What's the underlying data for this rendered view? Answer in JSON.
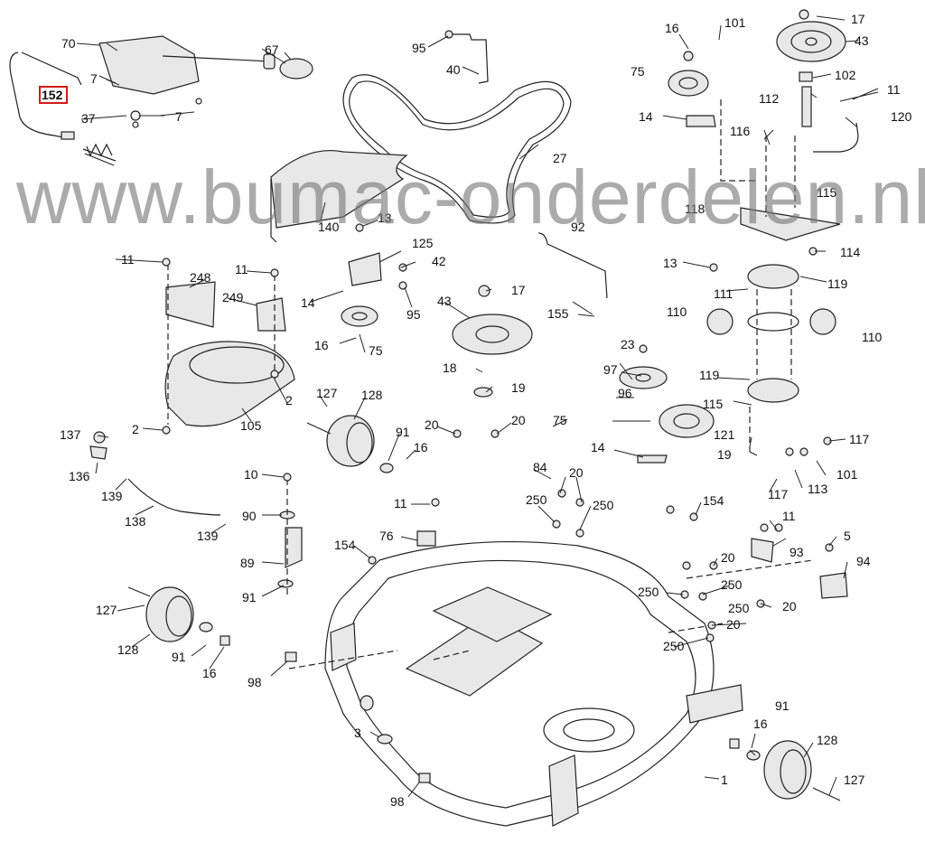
{
  "watermark": "www.bumac-onderdelen.nl",
  "highlight": {
    "part": "152",
    "color": "#d11a1a"
  },
  "parts": [
    {
      "id": "p70",
      "text": "70"
    },
    {
      "id": "p67",
      "text": "67"
    },
    {
      "id": "p7a",
      "text": "7"
    },
    {
      "id": "p7b",
      "text": "7"
    },
    {
      "id": "p152",
      "text": "152"
    },
    {
      "id": "p37",
      "text": "37"
    },
    {
      "id": "p95a",
      "text": "95"
    },
    {
      "id": "p40",
      "text": "40"
    },
    {
      "id": "p27",
      "text": "27"
    },
    {
      "id": "p16a",
      "text": "16"
    },
    {
      "id": "p101a",
      "text": "101"
    },
    {
      "id": "p17a",
      "text": "17"
    },
    {
      "id": "p43a",
      "text": "43"
    },
    {
      "id": "p75a",
      "text": "75"
    },
    {
      "id": "p102",
      "text": "102"
    },
    {
      "id": "p112",
      "text": "112"
    },
    {
      "id": "p11a",
      "text": "11"
    },
    {
      "id": "p14a",
      "text": "14"
    },
    {
      "id": "p116",
      "text": "116"
    },
    {
      "id": "p120",
      "text": "120"
    },
    {
      "id": "p115a",
      "text": "115"
    },
    {
      "id": "p118",
      "text": "118"
    },
    {
      "id": "p140",
      "text": "140"
    },
    {
      "id": "p13a",
      "text": "13"
    },
    {
      "id": "p125",
      "text": "125"
    },
    {
      "id": "p42",
      "text": "42"
    },
    {
      "id": "p92",
      "text": "92"
    },
    {
      "id": "p114",
      "text": "114"
    },
    {
      "id": "p13b",
      "text": "13"
    },
    {
      "id": "p119a",
      "text": "119"
    },
    {
      "id": "p11b",
      "text": "11"
    },
    {
      "id": "p248",
      "text": "248"
    },
    {
      "id": "p11c",
      "text": "11"
    },
    {
      "id": "p249",
      "text": "249"
    },
    {
      "id": "p14b",
      "text": "14"
    },
    {
      "id": "p95b",
      "text": "95"
    },
    {
      "id": "p16b",
      "text": "16"
    },
    {
      "id": "p75b",
      "text": "75"
    },
    {
      "id": "p43b",
      "text": "43"
    },
    {
      "id": "p17b",
      "text": "17"
    },
    {
      "id": "p155",
      "text": "155"
    },
    {
      "id": "p111",
      "text": "111"
    },
    {
      "id": "p110a",
      "text": "110"
    },
    {
      "id": "p110b",
      "text": "110"
    },
    {
      "id": "p18",
      "text": "18"
    },
    {
      "id": "p19a",
      "text": "19"
    },
    {
      "id": "p23",
      "text": "23"
    },
    {
      "id": "p97",
      "text": "97"
    },
    {
      "id": "p96",
      "text": "96"
    },
    {
      "id": "p119b",
      "text": "119"
    },
    {
      "id": "p115b",
      "text": "115"
    },
    {
      "id": "p2a",
      "text": "2"
    },
    {
      "id": "p105",
      "text": "105"
    },
    {
      "id": "p2b",
      "text": "2"
    },
    {
      "id": "p127a",
      "text": "127"
    },
    {
      "id": "p128a",
      "text": "128"
    },
    {
      "id": "p91a",
      "text": "91"
    },
    {
      "id": "p16c",
      "text": "16"
    },
    {
      "id": "p20a",
      "text": "20"
    },
    {
      "id": "p20b",
      "text": "20"
    },
    {
      "id": "p75c",
      "text": "75"
    },
    {
      "id": "p121",
      "text": "121"
    },
    {
      "id": "p117a",
      "text": "117"
    },
    {
      "id": "p19b",
      "text": "19"
    },
    {
      "id": "p14c",
      "text": "14"
    },
    {
      "id": "p101b",
      "text": "101"
    },
    {
      "id": "p113",
      "text": "113"
    },
    {
      "id": "p117b",
      "text": "117"
    },
    {
      "id": "p137",
      "text": "137"
    },
    {
      "id": "p136",
      "text": "136"
    },
    {
      "id": "p139a",
      "text": "139"
    },
    {
      "id": "p138",
      "text": "138"
    },
    {
      "id": "p139b",
      "text": "139"
    },
    {
      "id": "p10",
      "text": "10"
    },
    {
      "id": "p90",
      "text": "90"
    },
    {
      "id": "p84",
      "text": "84"
    },
    {
      "id": "p20c",
      "text": "20"
    },
    {
      "id": "p250a",
      "text": "250"
    },
    {
      "id": "p250b",
      "text": "250"
    },
    {
      "id": "p154a",
      "text": "154"
    },
    {
      "id": "p11d",
      "text": "11"
    },
    {
      "id": "p76",
      "text": "76"
    },
    {
      "id": "p11e",
      "text": "11"
    },
    {
      "id": "p93",
      "text": "93"
    },
    {
      "id": "p5",
      "text": "5"
    },
    {
      "id": "p94",
      "text": "94"
    },
    {
      "id": "p89",
      "text": "89"
    },
    {
      "id": "p91b",
      "text": "91"
    },
    {
      "id": "p154b",
      "text": "154"
    },
    {
      "id": "p20d",
      "text": "20"
    },
    {
      "id": "p250c",
      "text": "250"
    },
    {
      "id": "p250d",
      "text": "250"
    },
    {
      "id": "p250e",
      "text": "250"
    },
    {
      "id": "p20e",
      "text": "20"
    },
    {
      "id": "p20f",
      "text": "20"
    },
    {
      "id": "p250f",
      "text": "250"
    },
    {
      "id": "p127b",
      "text": "127"
    },
    {
      "id": "p128b",
      "text": "128"
    },
    {
      "id": "p91c",
      "text": "91"
    },
    {
      "id": "p16d",
      "text": "16"
    },
    {
      "id": "p98a",
      "text": "98"
    },
    {
      "id": "p3",
      "text": "3"
    },
    {
      "id": "p1",
      "text": "1"
    },
    {
      "id": "p16e",
      "text": "16"
    },
    {
      "id": "p91d",
      "text": "91"
    },
    {
      "id": "p128c",
      "text": "128"
    },
    {
      "id": "p127c",
      "text": "127"
    },
    {
      "id": "p98b",
      "text": "98"
    }
  ]
}
